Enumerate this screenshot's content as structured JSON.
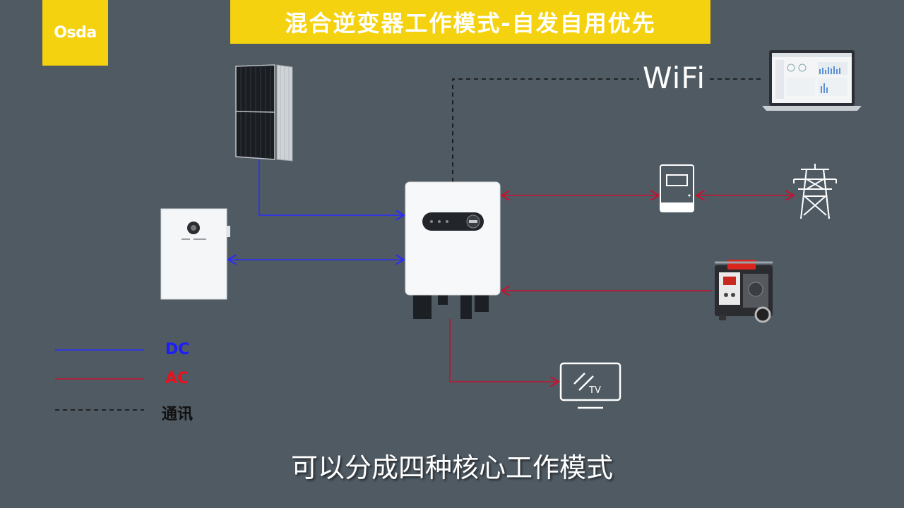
{
  "brand": {
    "logo_text": "Osda"
  },
  "title": "混合逆变器工作模式-自发自用优先",
  "wifi_label": "WiFi",
  "tv_label": "TV",
  "legend": [
    {
      "label": "DC",
      "color": "#1c1cff",
      "line_style": "solid",
      "line_color": "#2a2aff"
    },
    {
      "label": "AC",
      "color": "#e8121e",
      "line_style": "solid",
      "line_color": "#c8102e"
    },
    {
      "label": "通讯",
      "color": "#111111",
      "line_style": "dashed",
      "line_color": "#111111"
    }
  ],
  "subtitle": "可以分成四种核心工作模式",
  "colors": {
    "background": "#4f5a63",
    "accent_yellow": "#f5d20f",
    "dc_line": "#2a2aff",
    "ac_line": "#c8102e",
    "comm_line": "#111111"
  }
}
